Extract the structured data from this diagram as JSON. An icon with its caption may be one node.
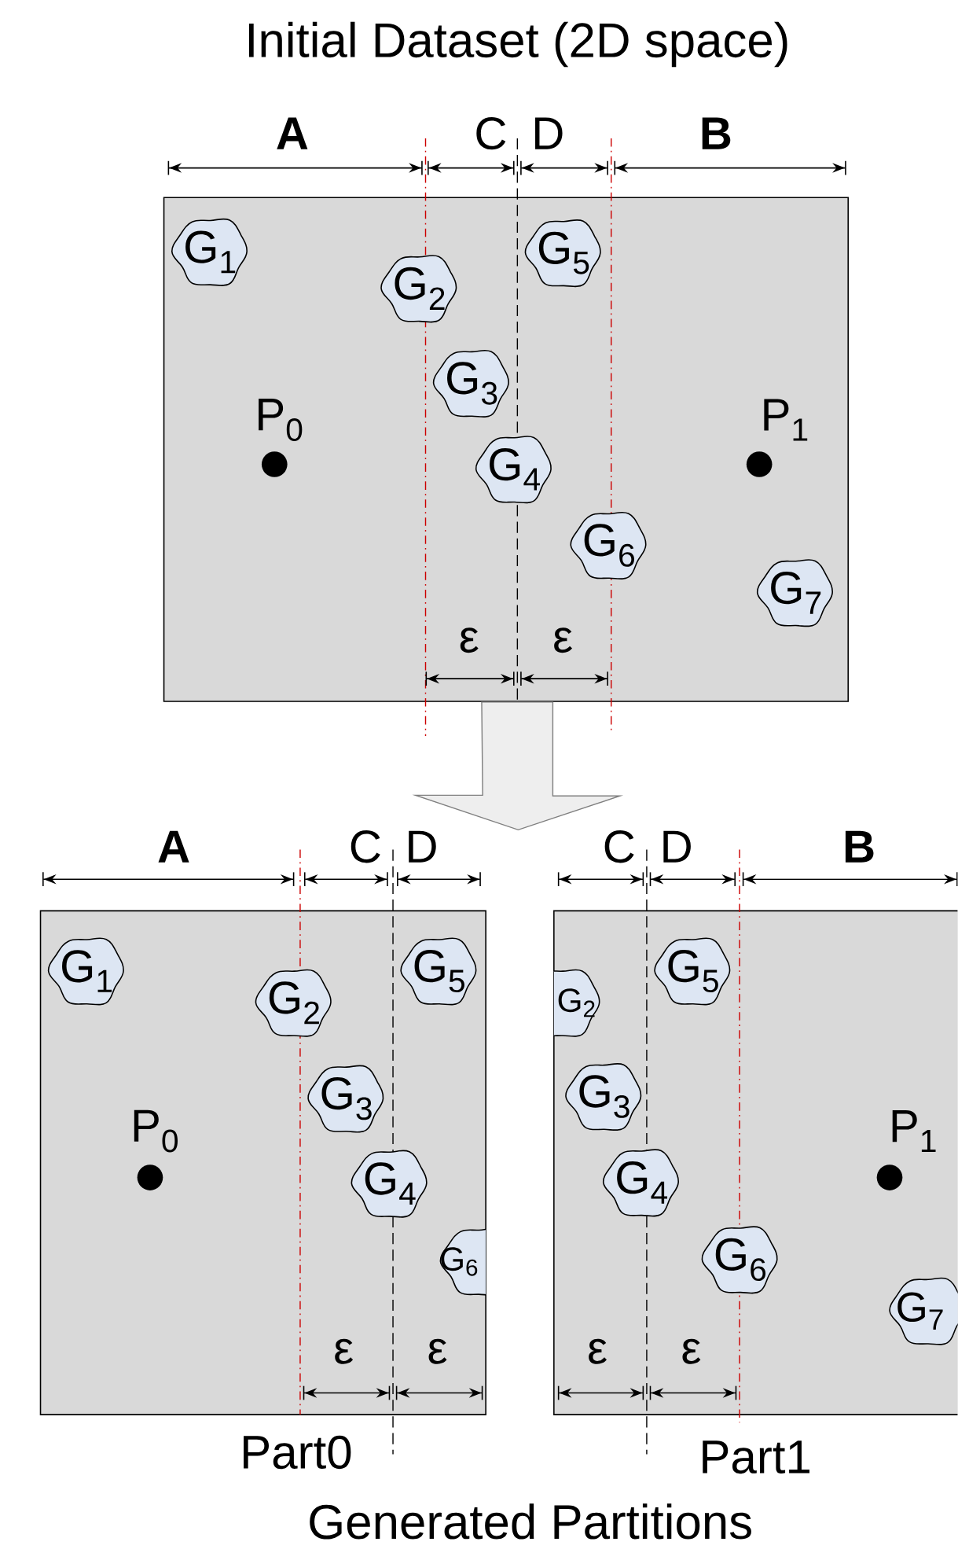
{
  "diagram": {
    "title": "Initial Dataset (2D space)",
    "caption": "Generated Partitions",
    "nodes": [
      {
        "text": [],
        "shape": "box"
      },
      {
        "text": [
          "G$_{1}$"
        ],
        "in": 0
      },
      {
        "text": [
          "G$_{2}$"
        ],
        "in": 0
      },
      {
        "text": [
          "G$_{3}$"
        ],
        "in": 0
      },
      {
        "text": [
          "G$_{4}$"
        ],
        "in": 0
      },
      {
        "text": [
          "G$_{5}$"
        ],
        "in": 0
      },
      {
        "text": [
          "G$_{6}$"
        ],
        "in": 0
      },
      {
        "text": [
          "G$_{7}$"
        ],
        "in": 0
      },
      {
        "text": [],
        "shape": "box",
        "beside": [
          "Part0"
        ]
      },
      {
        "text": [
          "G$_{1}$"
        ],
        "in": 8
      },
      {
        "text": [
          "G$_{2}$"
        ],
        "in": 8
      },
      {
        "text": [
          "G$_{3}$"
        ],
        "in": 8
      },
      {
        "text": [
          "G$_{4}$"
        ],
        "in": 8
      },
      {
        "text": [
          "G$_{5}$"
        ],
        "in": 8
      },
      {
        "text": [
          "G$_{6}$"
        ],
        "in": 8
      },
      {
        "text": [],
        "shape": "box",
        "beside": [
          "Part1"
        ]
      },
      {
        "text": [
          "G$_{2}$"
        ],
        "in": 15
      },
      {
        "text": [
          "G$_{3}$"
        ],
        "in": 15
      },
      {
        "text": [
          "G$_{4}$"
        ],
        "in": 15
      },
      {
        "text": [
          "G$_{5}$"
        ],
        "in": 15
      },
      {
        "text": [
          "G$_{6}$"
        ],
        "in": 15
      },
      {
        "text": [
          "G$_{7}$"
        ],
        "in": 15
      }
    ],
    "edges": [
      {
        "from": 0,
        "to": 8,
        "arrow": "to"
      },
      {
        "from": 0,
        "to": 15,
        "arrow": "to"
      }
    ],
    "labels": [
      "A",
      "C",
      "D",
      "B",
      "P$_{0}$",
      "P$_{1}$",
      "ε",
      "ε",
      "A",
      "C",
      "D",
      "P$_{0}$",
      "ε",
      "ε",
      "C",
      "D",
      "B",
      "P$_{1}$",
      "ε",
      "ε"
    ]
  }
}
